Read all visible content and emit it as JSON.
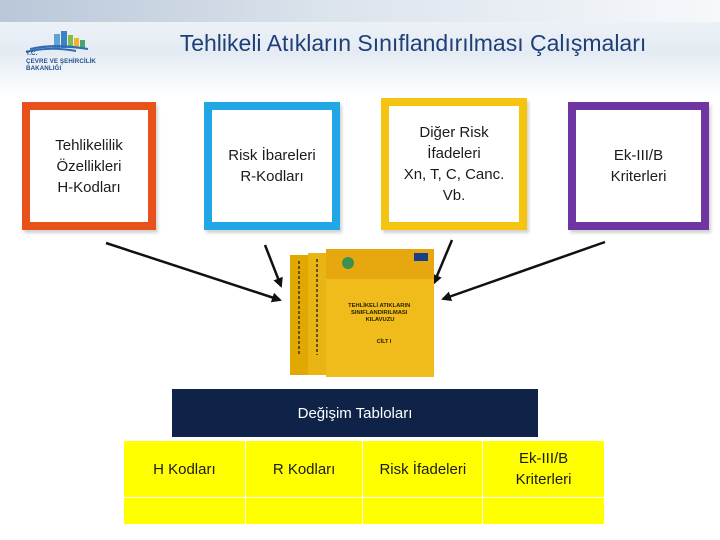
{
  "header": {
    "title": "Tehlikeli Atıkların Sınıflandırılması Çalışmaları",
    "logo_text": "T.C.\nÇEVRE VE ŞEHİRCİLİK\nBAKANLIĞI"
  },
  "boxes": {
    "h_codes": "Tehlikelilik\nÖzellikleri\nH-Kodları",
    "r_codes": "Risk İbareleri\nR-Kodları",
    "other_risks": "Diğer Risk\nİfadeleri\nXn, T, C, Canc.\nVb.",
    "ek3b": "Ek-III/B\nKriterleri"
  },
  "book": {
    "cover_title": "TEHLİKELİ ATIKLARIN\nSINIFLANDIRILMASI\nKILAVUZU",
    "volume": "CİLT I"
  },
  "banner": {
    "label": "Değişim Tabloları"
  },
  "table": {
    "headers": [
      "H Kodları",
      "R Kodları",
      "Risk İfadeleri",
      "Ek-III/B\nKriterleri"
    ],
    "rows": [
      [
        "",
        "",
        "",
        ""
      ]
    ]
  },
  "colors": {
    "h_box": "#e8521a",
    "r_box": "#21a7e6",
    "other_box": "#f5c411",
    "ek_box": "#6e35a3",
    "banner": "#0f2349",
    "table_fill": "#ffff00",
    "title": "#1f3f78"
  },
  "icons": [
    "ministry-logo-icon",
    "book-set-image",
    "arrow-icons"
  ]
}
